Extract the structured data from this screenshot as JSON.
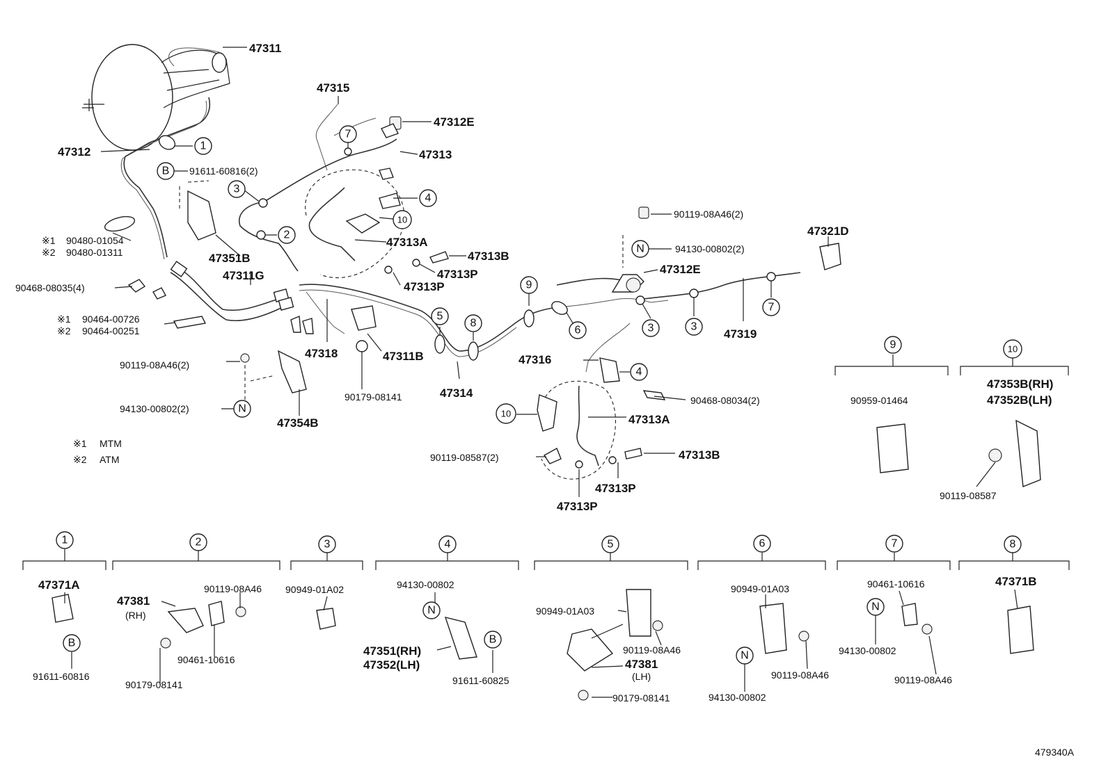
{
  "diagram_code": "479340A",
  "legend": [
    {
      "mark": "※1",
      "text": "MTM"
    },
    {
      "mark": "※2",
      "text": "ATM"
    }
  ],
  "labels": {
    "p47311": "47311",
    "p47312": "47312",
    "p47315": "47315",
    "p47312E_top": "47312E",
    "p47313": "47313",
    "p91611_60816_2": "91611-60816(2)",
    "p47351B": "47351B",
    "p47311G": "47311G",
    "p90480_01054": "90480-01054",
    "p90480_01311": "90480-01311",
    "p90468_08035_4": "90468-08035(4)",
    "p90464_00726": "90464-00726",
    "p90464_00251": "90464-00251",
    "p47313A_top": "47313A",
    "p47313B_top": "47313B",
    "p47313P_top1": "47313P",
    "p47313P_top2": "47313P",
    "p90119_08A46_2_right": "90119-08A46(2)",
    "p94130_00802_2_right": "94130-00802(2)",
    "p47321D": "47321D",
    "p47312E_mid": "47312E",
    "p47319": "47319",
    "p47318": "47318",
    "p47311B": "47311B",
    "p90119_08A46_2_left": "90119-08A46(2)",
    "p94130_00802_2_left": "94130-00802(2)",
    "p47354B": "47354B",
    "p90179_08141_top": "90179-08141",
    "p47314": "47314",
    "p47316": "47316",
    "p90468_08034_2": "90468-08034(2)",
    "p47313A_bot": "47313A",
    "p90119_08587_2": "90119-08587(2)",
    "p47313B_bot": "47313B",
    "p47313P_bot1": "47313P",
    "p47313P_bot2": "47313P",
    "p90959_01464": "90959-01464",
    "p47353B_RH": "47353B(RH)",
    "p47352B_LH": "47352B(LH)",
    "p90119_08587": "90119-08587",
    "d1_47371A": "47371A",
    "d1_91611_60816": "91611-60816",
    "d2_47381": "47381",
    "d2_RH": "(RH)",
    "d2_90119_08A46": "90119-08A46",
    "d2_90461_10616": "90461-10616",
    "d2_90179_08141": "90179-08141",
    "d3_90949_01A02": "90949-01A02",
    "d4_94130_00802": "94130-00802",
    "d4_47351_RH": "47351(RH)",
    "d4_47352_LH": "47352(LH)",
    "d4_91611_60825": "91611-60825",
    "d5_90949_01A03": "90949-01A03",
    "d5_90119_08A46": "90119-08A46",
    "d5_47381": "47381",
    "d5_LH": "(LH)",
    "d5_90179_08141": "90179-08141",
    "d6_90949_01A03": "90949-01A03",
    "d6_90119_08A46": "90119-08A46",
    "d6_94130_00802": "94130-00802",
    "d7_90461_10616": "90461-10616",
    "d7_94130_00802": "94130-00802",
    "d7_90119_08A46": "90119-08A46",
    "d8_47371B": "47371B"
  },
  "markers": {
    "m1": "1",
    "m2": "2",
    "m3": "3",
    "m4": "4",
    "m5": "5",
    "m6": "6",
    "m7": "7",
    "m8": "8",
    "m9": "9",
    "m10": "10",
    "B": "B",
    "N": "N"
  },
  "star1": "※1",
  "star2": "※2"
}
